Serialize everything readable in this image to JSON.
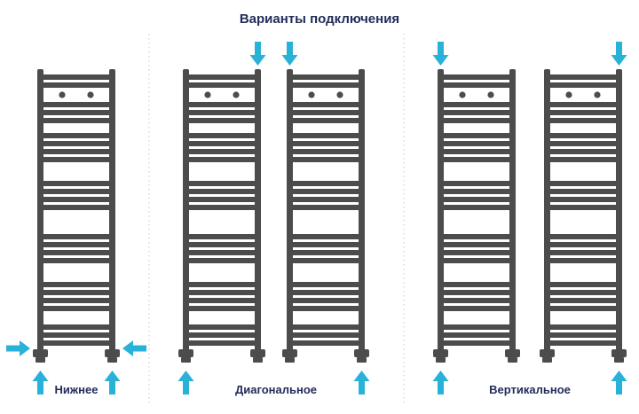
{
  "title": "Варианты подключения",
  "sections": [
    {
      "id": "bottom",
      "label": "Нижнее"
    },
    {
      "id": "diagonal",
      "label": "Диагональное"
    },
    {
      "id": "vertical",
      "label": "Вертикальное"
    }
  ],
  "colors": {
    "title_text": "#222d5a",
    "label_text": "#222d5a",
    "radiator": "#4c4c4c",
    "arrow": "#29b2d8",
    "separator": "#c8c8c8",
    "background": "#ffffff"
  }
}
